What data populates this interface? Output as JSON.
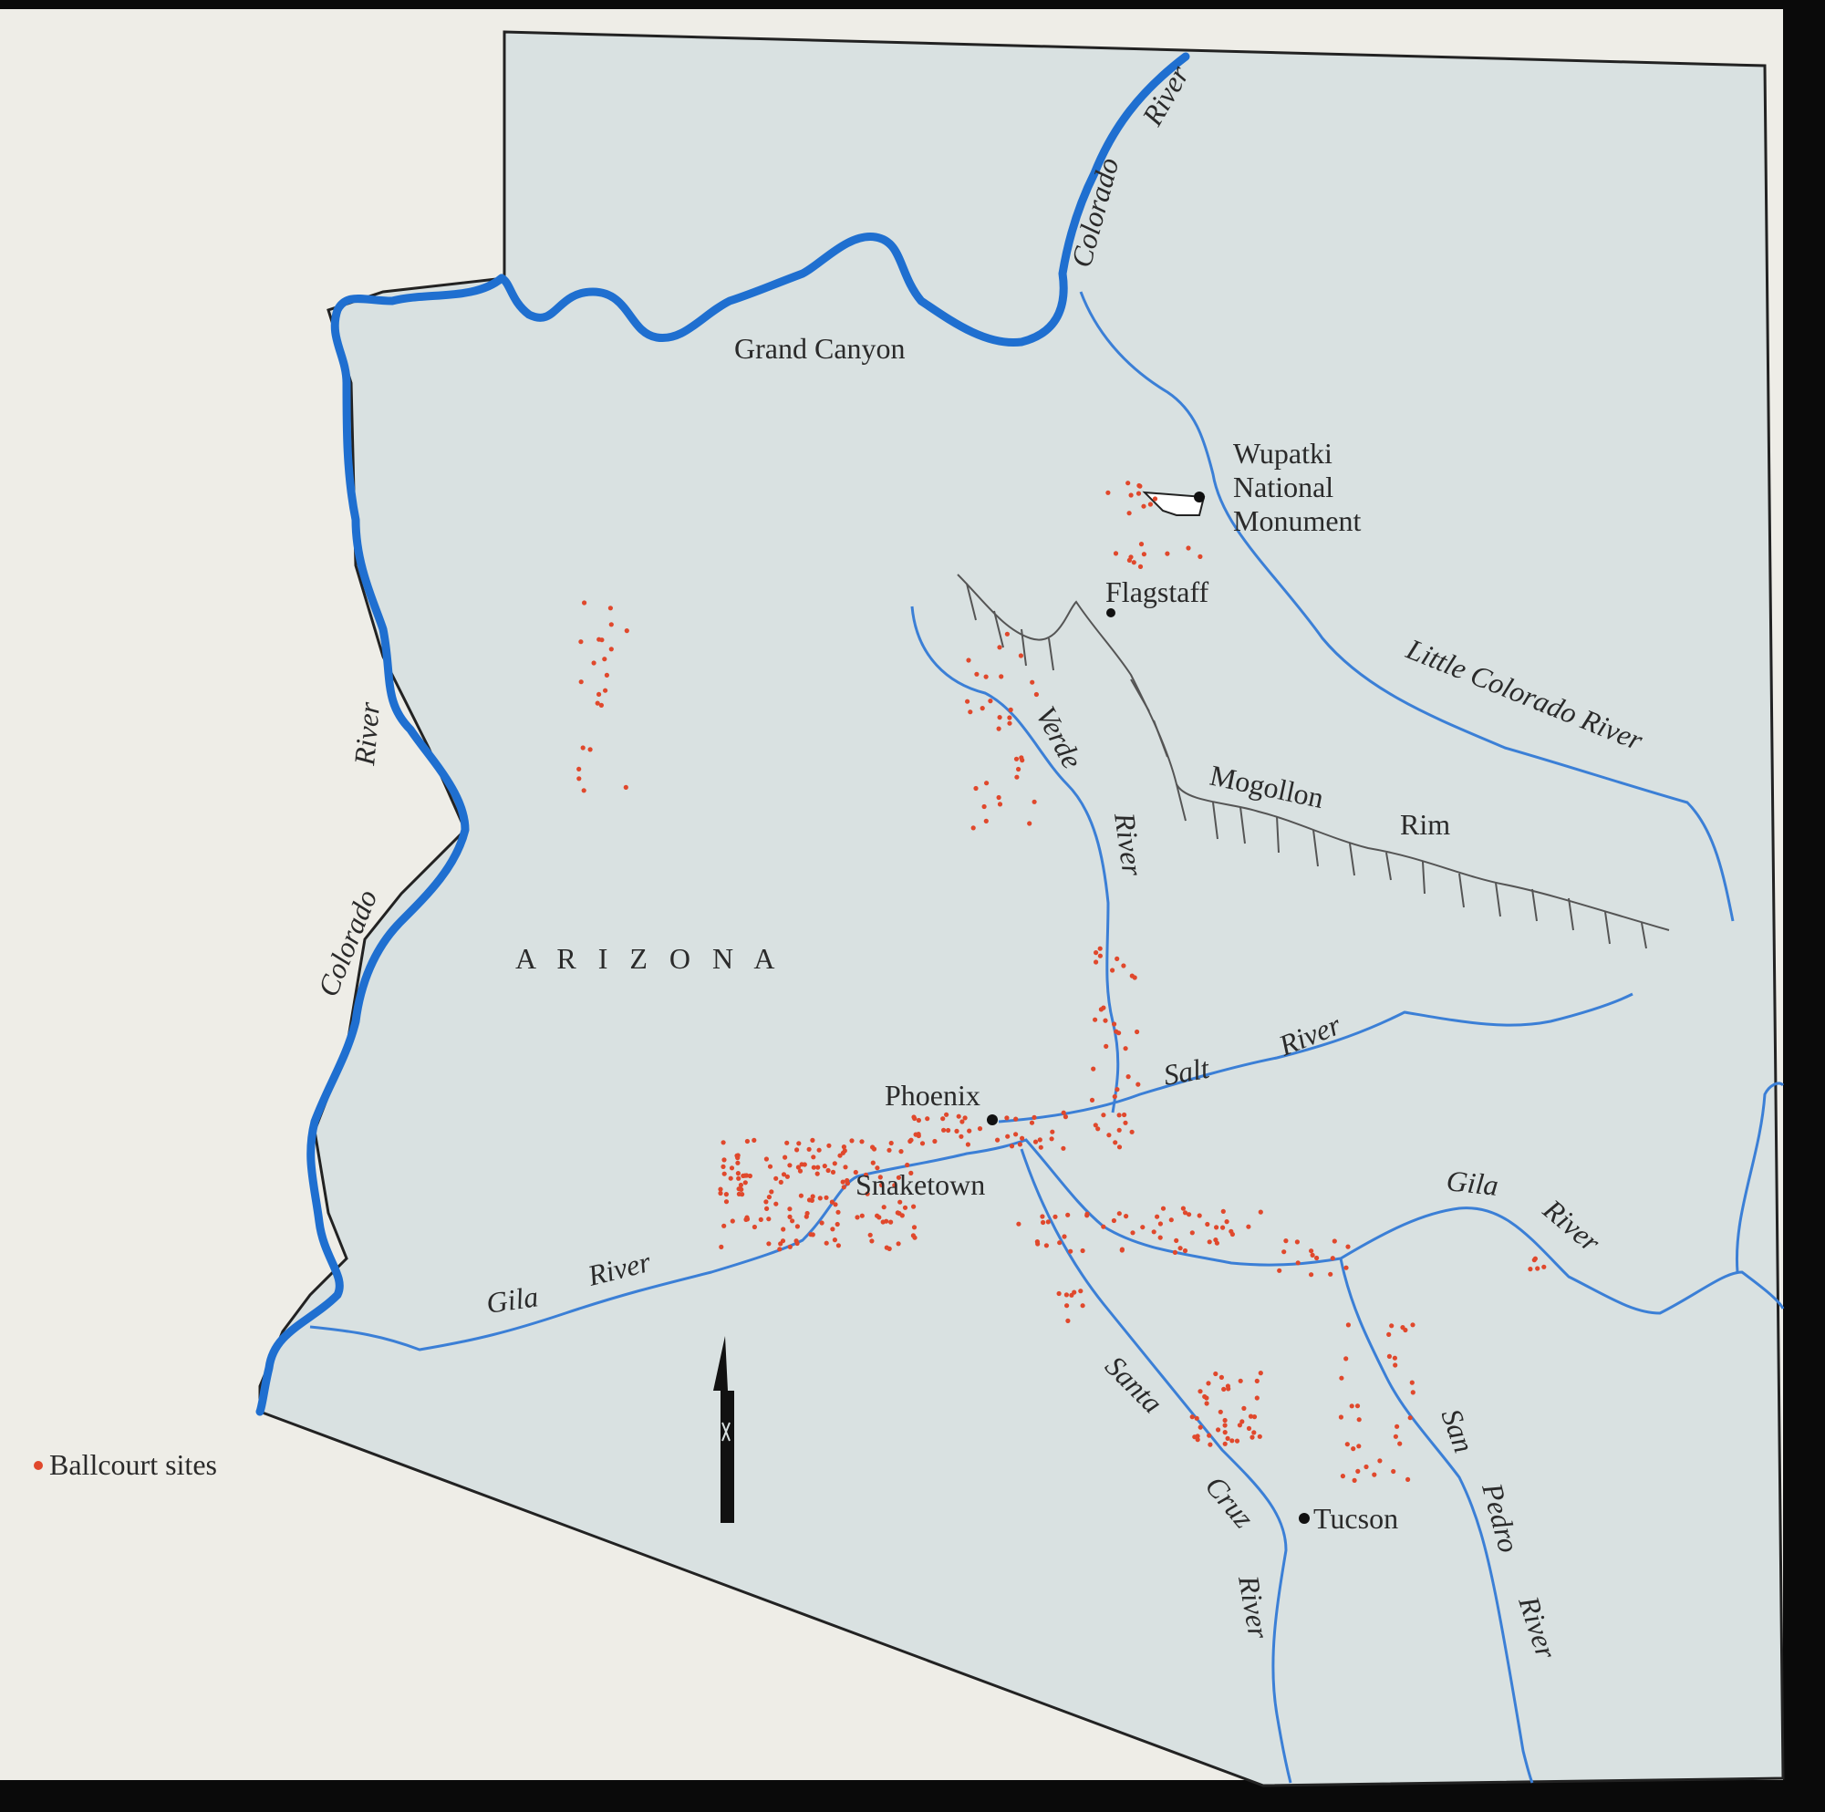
{
  "map": {
    "state_label": "A R I Z O N A",
    "legend": {
      "marker_label": "Ballcourt sites"
    },
    "places": {
      "grand_canyon": "Grand Canyon",
      "wupatki_1": "Wupatki",
      "wupatki_2": "National",
      "wupatki_3": "Monument",
      "flagstaff": "Flagstaff",
      "phoenix": "Phoenix",
      "snaketown": "Snaketown",
      "tucson": "Tucson"
    },
    "features": {
      "mogollon": "Mogollon",
      "rim": "Rim"
    },
    "rivers": {
      "colorado_ne_1": "Colorado",
      "colorado_ne_2": "River",
      "colorado_w_1": "Colorado",
      "colorado_w_2": "River",
      "little_colorado": "Little Colorado River",
      "verde_1": "Verde",
      "verde_2": "River",
      "salt_1": "Salt",
      "salt_2": "River",
      "gila_w_1": "Gila",
      "gila_w_2": "River",
      "gila_e_1": "Gila",
      "gila_e_2": "River",
      "santa_cruz_1": "Santa",
      "santa_cruz_2": "Cruz",
      "santa_cruz_3": "River",
      "san_pedro_1": "San",
      "san_pedro_2": "Pedro",
      "san_pedro_3": "River"
    },
    "colors": {
      "state_fill": "#d9e1e1",
      "background": "#eeede7",
      "major_river": "#1f6fd0",
      "minor_river": "#3b7fd6",
      "site_marker": "#e0482c",
      "border": "#222222"
    },
    "icons": {
      "north_arrow": "north-arrow-icon"
    }
  }
}
